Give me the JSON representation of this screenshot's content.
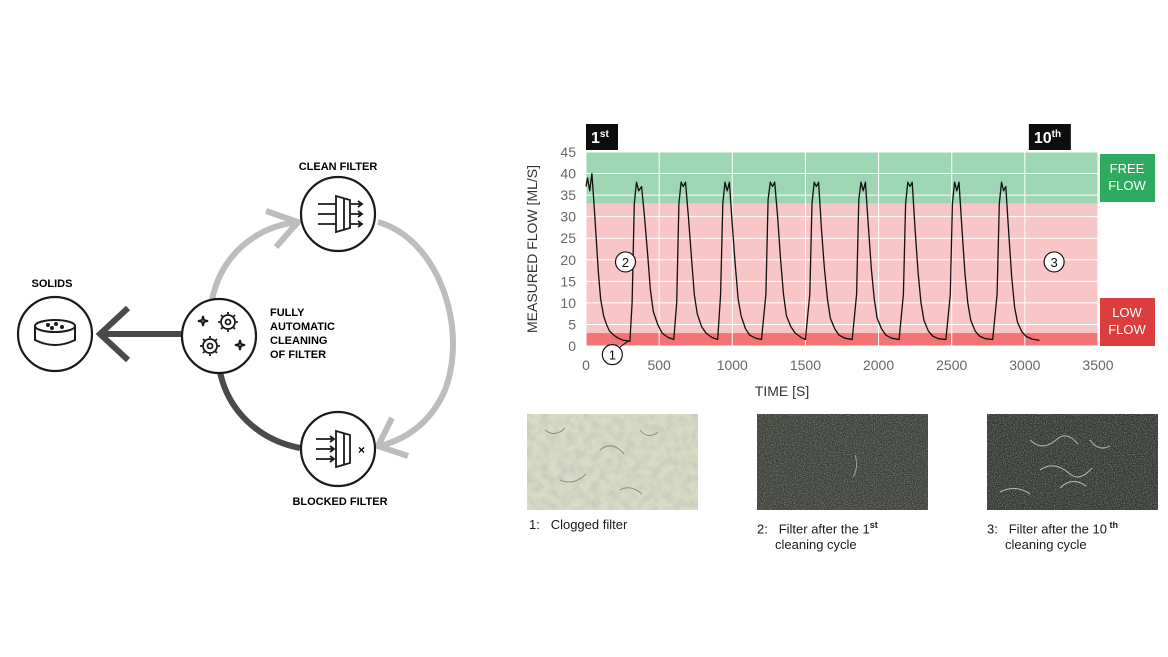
{
  "cycle": {
    "solids_label": "SOLIDS",
    "clean_filter_label": "CLEAN FILTER",
    "blocked_filter_label": "BLOCKED FILTER",
    "cleaning_label_lines": [
      "FULLY",
      "AUTOMATIC",
      "CLEANING",
      "OF FILTER"
    ],
    "blocked_mark": "×"
  },
  "chart_data": {
    "type": "line",
    "xlabel": "TIME [S]",
    "ylabel": "MEASURED FLOW [ML/S]",
    "xlim": [
      0,
      3500
    ],
    "ylim": [
      0,
      45
    ],
    "xticks": [
      0,
      500,
      1000,
      1500,
      2000,
      2500,
      3000,
      3500
    ],
    "yticks": [
      0,
      5,
      10,
      15,
      20,
      25,
      30,
      35,
      40,
      45
    ],
    "grid": true,
    "bands": [
      {
        "label_lines": [
          "FREE",
          "FLOW"
        ],
        "from": 33,
        "to": 45,
        "color": "#9ed6b4",
        "tag_color": "#2eab5e"
      },
      {
        "label": "",
        "from": 3,
        "to": 33,
        "color": "#f8c6c6"
      },
      {
        "label_lines": [
          "LOW",
          "FLOW"
        ],
        "from": 0,
        "to": 3,
        "color": "#f27474",
        "tag_color": "#dc3d3d"
      }
    ],
    "cycle_tags": [
      {
        "base": "1",
        "sup": "st",
        "x": 0
      },
      {
        "base": "10",
        "sup": "th",
        "x": 3000
      }
    ],
    "markers": [
      {
        "label": "1",
        "x": 180,
        "y": -2
      },
      {
        "label": "2",
        "x": 270,
        "y": 19.5
      },
      {
        "label": "3",
        "x": 3200,
        "y": 19.5
      }
    ],
    "series": [
      {
        "x": [
          0,
          10,
          25,
          40,
          55,
          70,
          85,
          100,
          120,
          140,
          160,
          190,
          220,
          250,
          280,
          300,
          315,
          330,
          345,
          360,
          380,
          400,
          420,
          440,
          460,
          490,
          520,
          560,
          600,
          620,
          635,
          650,
          665,
          680,
          700,
          720,
          740,
          760,
          790,
          820,
          860,
          900,
          920,
          935,
          950,
          965,
          980,
          1000,
          1020,
          1040,
          1060,
          1090,
          1120,
          1160,
          1200,
          1230,
          1245,
          1260,
          1275,
          1290,
          1310,
          1330,
          1350,
          1370,
          1400,
          1430,
          1470,
          1500,
          1530,
          1545,
          1560,
          1575,
          1590,
          1610,
          1630,
          1650,
          1670,
          1700,
          1730,
          1770,
          1820,
          1850,
          1865,
          1880,
          1895,
          1910,
          1930,
          1950,
          1970,
          1990,
          2020,
          2050,
          2090,
          2140,
          2170,
          2185,
          2200,
          2215,
          2230,
          2250,
          2270,
          2290,
          2310,
          2340,
          2370,
          2410,
          2460,
          2490,
          2505,
          2520,
          2535,
          2550,
          2570,
          2590,
          2610,
          2630,
          2660,
          2690,
          2730,
          2780,
          2810,
          2825,
          2840,
          2855,
          2870,
          2890,
          2910,
          2930,
          2950,
          2980,
          3010,
          3050,
          3100
        ],
        "y": [
          37,
          39,
          36,
          40,
          33,
          25,
          17,
          11,
          7,
          5,
          3.5,
          2.5,
          1.8,
          1.4,
          1.2,
          1.1,
          10,
          33,
          38,
          36,
          37,
          30,
          22,
          13,
          8,
          5,
          3,
          2,
          1.5,
          10,
          33,
          38,
          37,
          38,
          30,
          21,
          12,
          7.5,
          4.5,
          3,
          2,
          1.5,
          12,
          33,
          38,
          36,
          38,
          28,
          19,
          11,
          7,
          4,
          2.5,
          1.8,
          1.5,
          12,
          34,
          38,
          37,
          38,
          30,
          20,
          12,
          7,
          4.5,
          3,
          2,
          1.5,
          12,
          33,
          38,
          37,
          38,
          27,
          18,
          11,
          6.5,
          4,
          2.5,
          1.8,
          1.5,
          12,
          34,
          38,
          36,
          38,
          28,
          18,
          11,
          6.5,
          4,
          2.5,
          1.8,
          1.5,
          12,
          33,
          38,
          37,
          38,
          27,
          17,
          10,
          6,
          3.5,
          2.3,
          1.7,
          1.5,
          12,
          33,
          38,
          36,
          38,
          27,
          17,
          10,
          6,
          3.5,
          2.3,
          1.7,
          1.5,
          12,
          33,
          38,
          36,
          37,
          26,
          16,
          9,
          5.5,
          3.3,
          2.2,
          1.6,
          1.3
        ]
      }
    ]
  },
  "photos": [
    {
      "caption_num": "1:",
      "caption_text": "Clogged filter",
      "caption_sup": "",
      "caption_line2": ""
    },
    {
      "caption_num": "2:",
      "caption_text": "Filter after the 1",
      "caption_sup": "st",
      "caption_line2": "cleaning cycle"
    },
    {
      "caption_num": "3:",
      "caption_text": "Filter after the 10",
      "caption_sup": " th",
      "caption_line2": "cleaning cycle"
    }
  ],
  "colors": {
    "arrow_dark": "#4a4a4a",
    "arrow_light": "#bdbdbd",
    "line": "#111111",
    "grid": "#ffffff"
  }
}
